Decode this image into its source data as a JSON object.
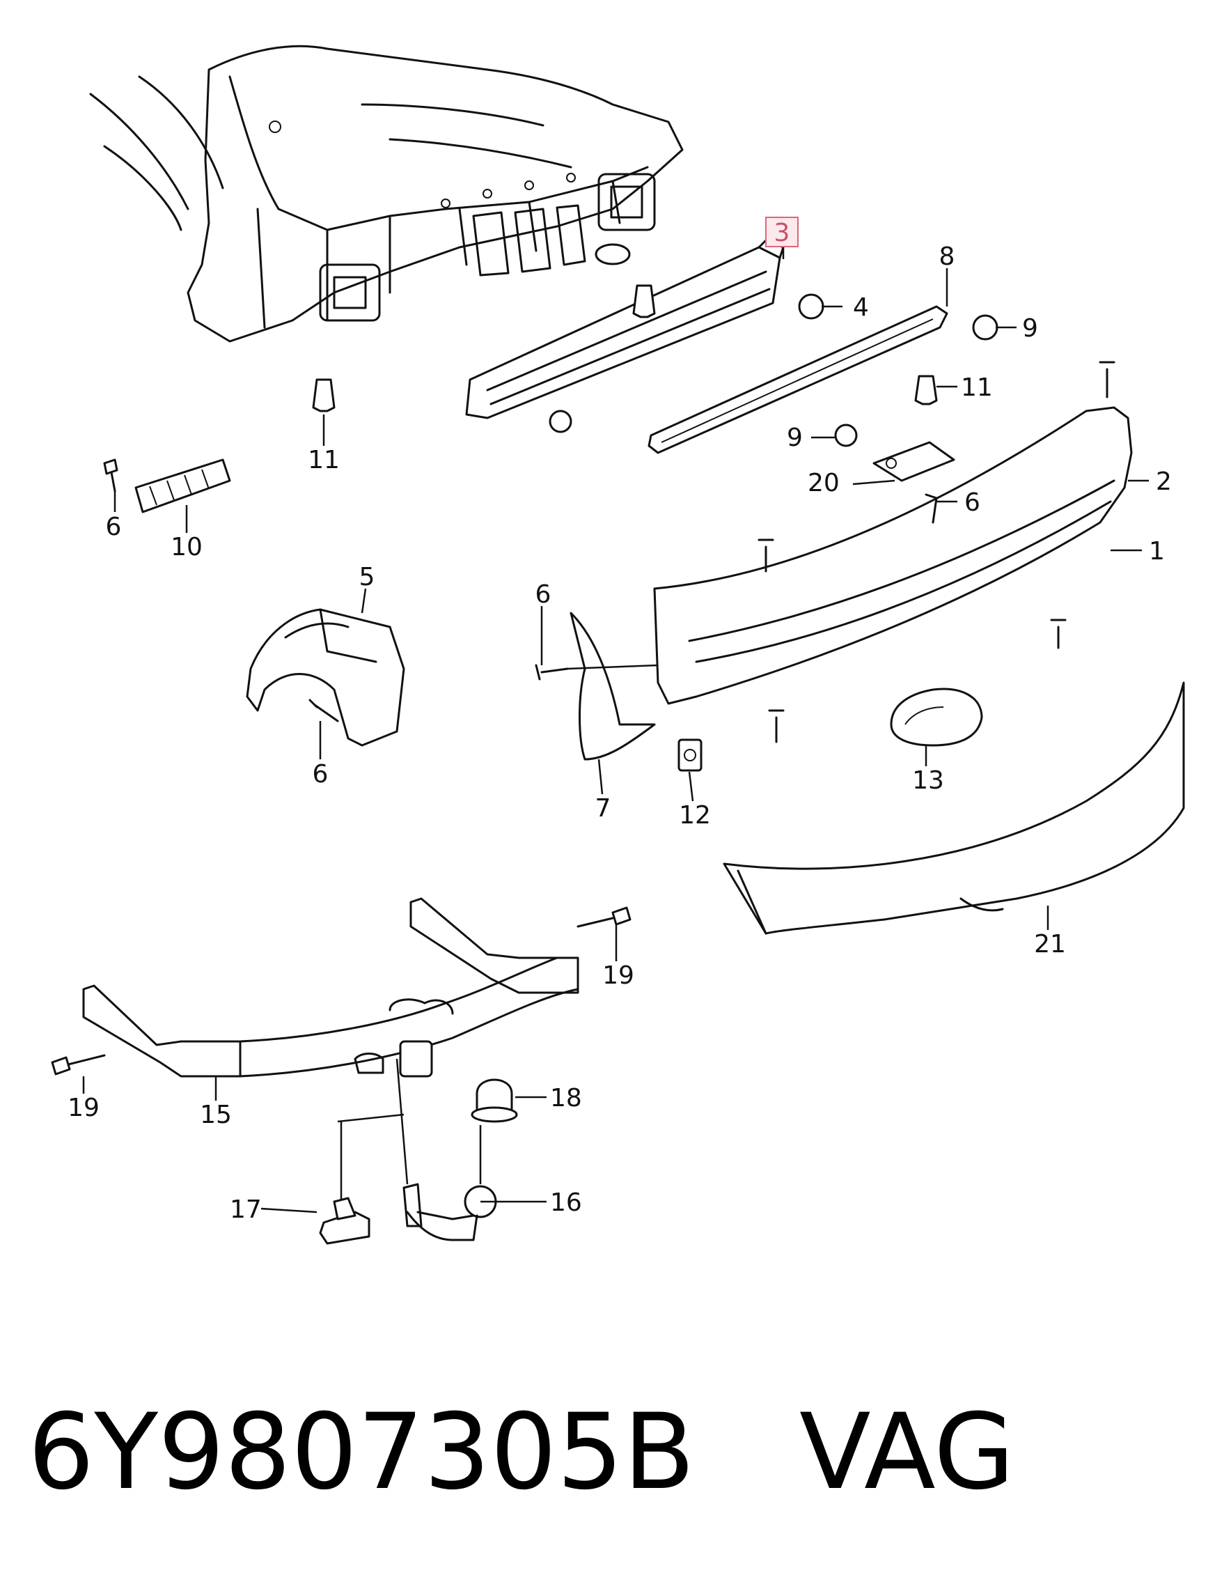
{
  "diagram": {
    "highlighted_callout": "3",
    "callouts": [
      "1",
      "2",
      "3",
      "4",
      "5",
      "6",
      "7",
      "8",
      "9",
      "10",
      "11",
      "12",
      "13",
      "15",
      "16",
      "17",
      "18",
      "19",
      "20",
      "21"
    ],
    "colors": {
      "line": "#111111",
      "highlight_border": "#d9687c",
      "highlight_fill": "#fde8ec"
    }
  },
  "footer": {
    "part_number": "6Y9807305B",
    "brand": "VAG"
  }
}
